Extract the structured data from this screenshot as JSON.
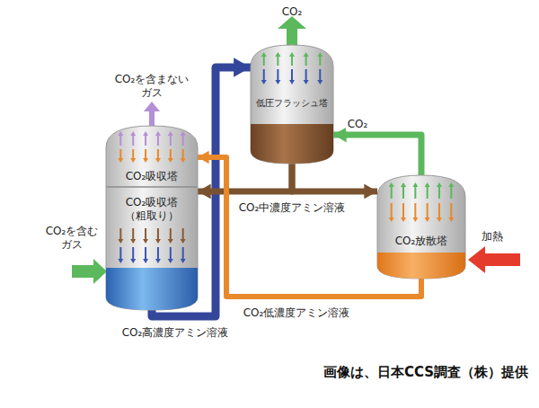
{
  "diagram": {
    "caption": "画像は、日本CCS調査（株）提供",
    "nodes": [
      {
        "text": [
          "CO₂吸収塔",
          "CO₂吸収塔 （粗取り）"
        ]
      },
      {
        "text": [
          "低圧フラッシュ塔"
        ]
      },
      {
        "text": [
          "CO₂放散塔"
        ]
      }
    ],
    "edges": [
      {
        "from": 0,
        "to": 1,
        "arrow": "to",
        "label": "CO₂高濃度アミン溶液"
      },
      {
        "from": 1,
        "to": 0,
        "arrow": "to",
        "label": "CO₂中濃度アミン溶液"
      },
      {
        "from": 1,
        "to": 2,
        "arrow": "to"
      },
      {
        "from": 2,
        "to": 1,
        "arrow": "to",
        "label": "CO₂"
      },
      {
        "from": 2,
        "to": 0,
        "arrow": "to",
        "label": "CO₂低濃度アミン溶液"
      }
    ],
    "labels": [
      "CO₂を含まない ガス",
      "CO₂を含む ガス",
      "CO₂",
      "加熱"
    ]
  }
}
